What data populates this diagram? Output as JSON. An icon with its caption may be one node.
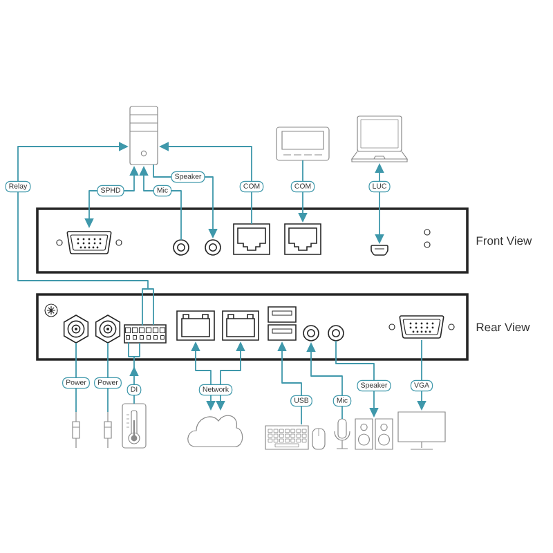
{
  "diagram": {
    "nodes": [
      {
        "text": [],
        "shape": "picture"
      },
      {
        "text": [],
        "shape": "picture"
      },
      {
        "text": [],
        "shape": "picture"
      },
      {
        "text": [
          "Front View"
        ]
      },
      {
        "text": [],
        "shape": "picture",
        "in": 3
      },
      {
        "text": [],
        "shape": "circle",
        "in": 3
      },
      {
        "text": [],
        "shape": "circle",
        "in": 3
      },
      {
        "text": [],
        "shape": "picture",
        "in": 3
      },
      {
        "text": [],
        "shape": "picture",
        "in": 3
      },
      {
        "text": [],
        "shape": "picture",
        "in": 3
      },
      {
        "text": [
          "Rear View"
        ]
      },
      {
        "text": [],
        "shape": "picture",
        "in": 10
      },
      {
        "text": [],
        "shape": "picture",
        "in": 10
      },
      {
        "text": [],
        "shape": "picture",
        "in": 10
      },
      {
        "text": [],
        "shape": "picture",
        "in": 10
      },
      {
        "text": [],
        "shape": "picture",
        "in": 10
      },
      {
        "text": [],
        "shape": "picture",
        "in": 10
      },
      {
        "text": [],
        "shape": "circle",
        "in": 10
      },
      {
        "text": [],
        "shape": "circle",
        "in": 10
      },
      {
        "text": [],
        "shape": "picture",
        "in": 10
      },
      {
        "text": [],
        "shape": "picture"
      },
      {
        "text": [],
        "shape": "picture"
      },
      {
        "text": [],
        "shape": "picture"
      },
      {
        "text": [],
        "shape": "cloud"
      },
      {
        "text": [],
        "shape": "picture"
      },
      {
        "text": [],
        "shape": "picture"
      },
      {
        "text": [],
        "shape": "picture"
      },
      {
        "text": [],
        "shape": "picture"
      }
    ],
    "edges": [
      {
        "from": 4,
        "to": 0,
        "arrow": "both",
        "label": "SPHD"
      },
      {
        "from": 5,
        "to": 0,
        "arrow": "to",
        "label": "Mic"
      },
      {
        "from": 0,
        "to": 6,
        "arrow": "to",
        "label": "Speaker"
      },
      {
        "from": 7,
        "to": 0,
        "arrow": "to",
        "label": "COM"
      },
      {
        "from": 1,
        "to": 8,
        "arrow": "to",
        "label": "COM"
      },
      {
        "from": 2,
        "to": 9,
        "arrow": "both",
        "label": "LUC"
      },
      {
        "from": 13,
        "to": 0,
        "arrow": "to",
        "label": "Relay"
      },
      {
        "from": 20,
        "to": 11,
        "arrow": "none",
        "label": "Power"
      },
      {
        "from": 21,
        "to": 12,
        "arrow": "none",
        "label": "Power"
      },
      {
        "from": 22,
        "to": 13,
        "arrow": "to",
        "label": "DI"
      },
      {
        "from": 23,
        "to": 14,
        "arrow": "both",
        "label": "Network"
      },
      {
        "from": 23,
        "to": 15,
        "arrow": "both"
      },
      {
        "from": 24,
        "to": 16,
        "arrow": "to",
        "label": "USB"
      },
      {
        "from": 25,
        "to": 17,
        "arrow": "to",
        "label": "Mic"
      },
      {
        "from": 18,
        "to": 26,
        "arrow": "to",
        "label": "Speaker"
      },
      {
        "from": 19,
        "to": 27,
        "arrow": "to",
        "label": "VGA"
      }
    ]
  }
}
